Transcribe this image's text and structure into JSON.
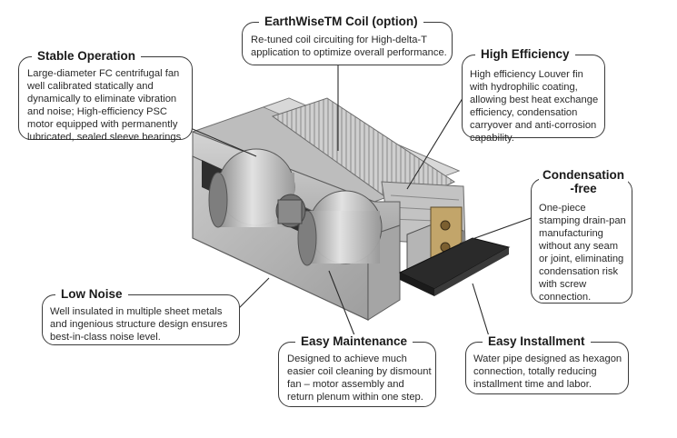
{
  "callouts": {
    "stable_operation": {
      "title": "Stable Operation",
      "text": "Large-diameter FC centrifugal fan well calibrated statically and dynamically to eliminate vibration and noise; High-efficiency PSC motor equipped with permanently lubricated, sealed sleeve bearings"
    },
    "earthwise_coil": {
      "title": "EarthWiseTM Coil (option)",
      "text": "Re-tuned coil circuiting for High-delta-T application to optimize overall performance."
    },
    "high_efficiency": {
      "title": "High Efficiency",
      "text": "High efficiency Louver fin with hydrophilic coating, allowing best heat exchange efficiency, condensation carryover and anti-corrosion capability."
    },
    "condensation_free": {
      "title_line1": "Condensation",
      "title_line2": "-free",
      "text": "One-piece stamping drain-pan manufacturing without any seam or joint, eliminating condensation risk with screw connection."
    },
    "low_noise": {
      "title": "Low Noise",
      "text": "Well insulated in multiple sheet metals and ingenious structure design ensures best-in-class noise level."
    },
    "easy_maintenance": {
      "title": "Easy Maintenance",
      "text": "Designed to achieve much easier coil cleaning by dismount fan – motor assembly and return plenum within one step."
    },
    "easy_installment": {
      "title": "Easy Installment",
      "text": "Water pipe designed as hexagon connection, totally reducing installment time and labor."
    }
  }
}
